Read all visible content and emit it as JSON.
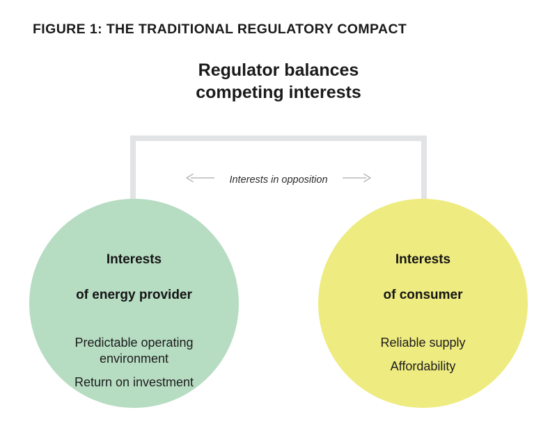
{
  "figure": {
    "caption": "FIGURE 1: THE TRADITIONAL REGULATORY COMPACT",
    "heading_line1": "Regulator balances",
    "heading_line2": "competing interests",
    "background_color": "#ffffff",
    "text_color": "#1a1a1a"
  },
  "connector": {
    "label": "Interests in opposition",
    "left_arrow_icon": "arrow-left-icon",
    "right_arrow_icon": "arrow-right-icon",
    "bracket_color": "#e2e3e5",
    "arrow_color": "#b8b8b8"
  },
  "nodes": [
    {
      "id": "energy-provider",
      "title_line1": "Interests",
      "title_line2": "of energy provider",
      "color": "#b6dcc2",
      "items": [
        "Predictable operating\nenvironment",
        "Return on investment"
      ]
    },
    {
      "id": "consumer",
      "title_line1": "Interests",
      "title_line2": "of consumer",
      "color": "#eeeb80",
      "items": [
        "Reliable supply",
        "Affordability"
      ]
    }
  ]
}
